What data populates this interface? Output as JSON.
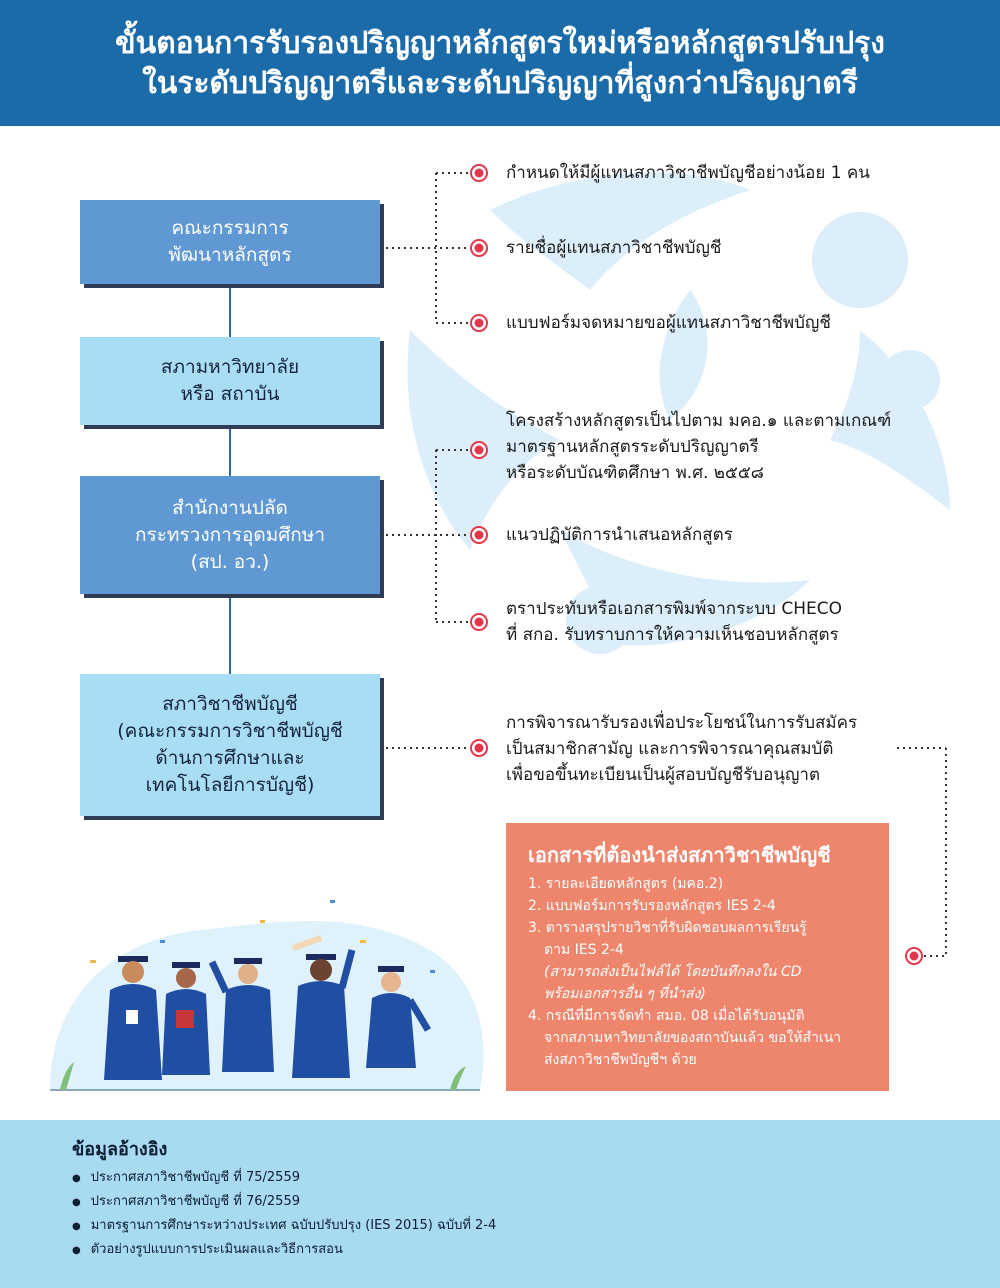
{
  "header": {
    "title_line1": "ขั้นตอนการรับรองปริญญาหลักสูตรใหม่หรือหลักสูตรปรับปรุง",
    "title_line2": "ในระดับปริญญาตรีและระดับปริญญาที่สูงกว่าปริญญาตรี"
  },
  "flow": {
    "step1": "คณะกรรมการ\nพัฒนาหลักสูตร",
    "step2": "สภามหาวิทยาลัย\nหรือ สถาบัน",
    "step3": "สำนักงานปลัด\nกระทรวงการอุดมศึกษา\n(สป. อว.)",
    "step4": "สภาวิชาชีพบัญชี\n(คณะกรรมการวิชาชีพบัญชี\nด้านการศึกษาและ\nเทคโนโลยีการบัญชี)"
  },
  "items": {
    "item1": "กำหนดให้มีผู้แทนสภาวิชาชีพบัญชีอย่างน้อย 1 คน",
    "item2": "รายชื่อผู้แทนสภาวิชาชีพบัญชี",
    "item3": "แบบฟอร์มจดหมายขอผู้แทนสภาวิชาชีพบัญชี",
    "item4": "โครงสร้างหลักสูตรเป็นไปตาม มคอ.๑ และตามเกณฑ์\nมาตรฐานหลักสูตรระดับปริญญาตรี\nหรือระดับบัณฑิตศึกษา พ.ศ. ๒๕๕๘",
    "item5": "แนวปฏิบัติการนำเสนอหลักสูตร",
    "item6": "ตราประทับหรือเอกสารพิมพ์จากระบบ CHECO\nที่ สกอ. รับทราบการให้ความเห็นชอบหลักสูตร",
    "item7": "การพิจารณารับรองเพื่อประโยชน์ในการรับสมัคร\nเป็นสมาชิกสามัญ และการพิจารณาคุณสมบัติ\nเพื่อขอขึ้นทะเบียนเป็นผู้สอบบัญชีรับอนุญาต"
  },
  "documents": {
    "title": "เอกสารที่ต้องนำส่งสภาวิชาชีพบัญชี",
    "d1": "1. รายละเอียดหลักสูตร (มคอ.2)",
    "d2": "2. แบบฟอร์มการรับรองหลักสูตร IES 2-4",
    "d3a": "3. ตารางสรุปรายวิชาที่รับผิดชอบผลการเรียนรู้",
    "d3b": "ตาม IES 2-4",
    "d3c": "(สามารถส่งเป็นไฟล์ได้ โดยบันทึกลงใน CD",
    "d3d": "พร้อมเอกสารอื่น ๆ ที่นำส่ง)",
    "d4a": "4. กรณีที่มีการจัดทำ สมอ. 08 เมื่อได้รับอนุมัติ",
    "d4b": "จากสภามหาวิทยาลัยของสถาบันแล้ว ขอให้สำเนา",
    "d4c": "ส่งสภาวิชาชีพบัญชีฯ ด้วย"
  },
  "references": {
    "title": "ข้อมูลอ้างอิง",
    "r1": "ประกาศสภาวิชาชีพบัญชี ที่ 75/2559",
    "r2": "ประกาศสภาวิชาชีพบัญชี ที่ 76/2559",
    "r3": "มาตรฐานการศึกษาระหว่างประเทศ ฉบับปรับปรุง (IES 2015) ฉบับที่ 2-4",
    "r4": "ตัวอย่างรูปแบบการประเมินผลและวิธีการสอน"
  },
  "colors": {
    "header": "#1c6ba9",
    "box_dark": "#5f98d3",
    "box_light": "#a9dcf5",
    "doc_box": "#ee866d",
    "footer": "#a8daf2",
    "bullet": "#e2374a"
  }
}
